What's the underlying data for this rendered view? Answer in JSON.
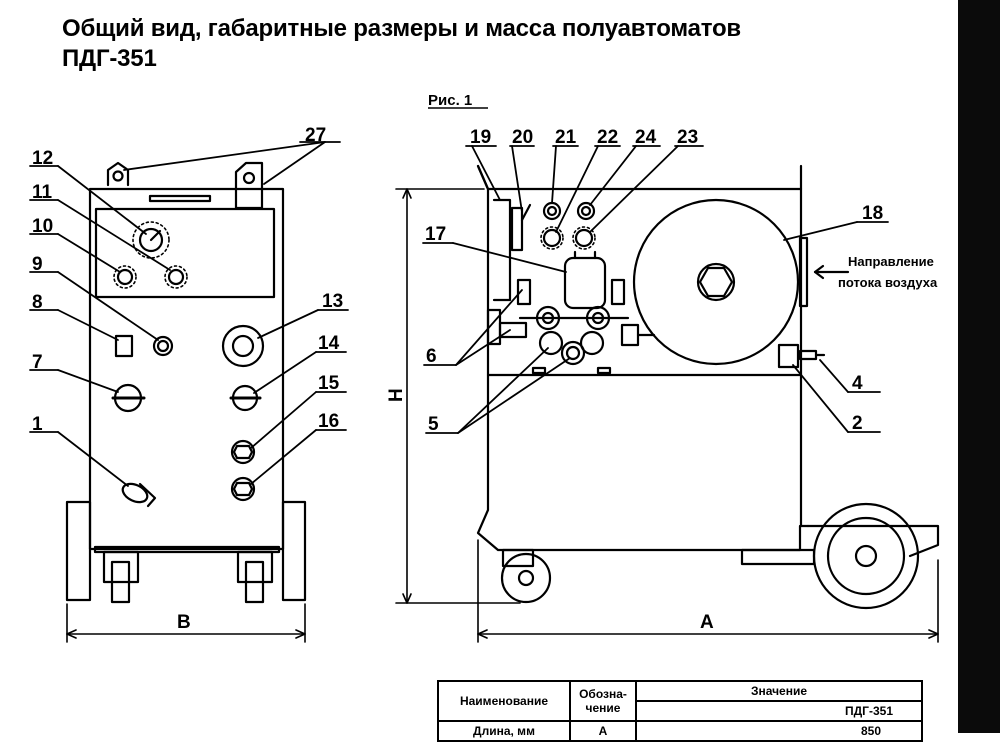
{
  "title": {
    "line1": "Общий вид, габаритные размеры и масса полуавтоматов",
    "line2": "ПДГ-351"
  },
  "figure": {
    "caption": "Рис. 1",
    "callouts": [
      "1",
      "2",
      "4",
      "5",
      "6",
      "7",
      "8",
      "9",
      "10",
      "11",
      "12",
      "13",
      "14",
      "15",
      "16",
      "17",
      "18",
      "19",
      "20",
      "21",
      "22",
      "23",
      "24",
      "27"
    ],
    "dimensions": {
      "width": "B",
      "length": "A",
      "height": "H"
    },
    "air_flow_label": {
      "line1": "Направление",
      "line2": "потока воздуха"
    }
  },
  "spec_table": {
    "header": {
      "name": "Наименование",
      "designation_line1": "Обозна-",
      "designation_line2": "чение",
      "value": "Значение",
      "model": "ПДГ-351"
    },
    "rows": [
      {
        "name": "Длина, мм",
        "designation": "А",
        "value": "850"
      }
    ]
  }
}
